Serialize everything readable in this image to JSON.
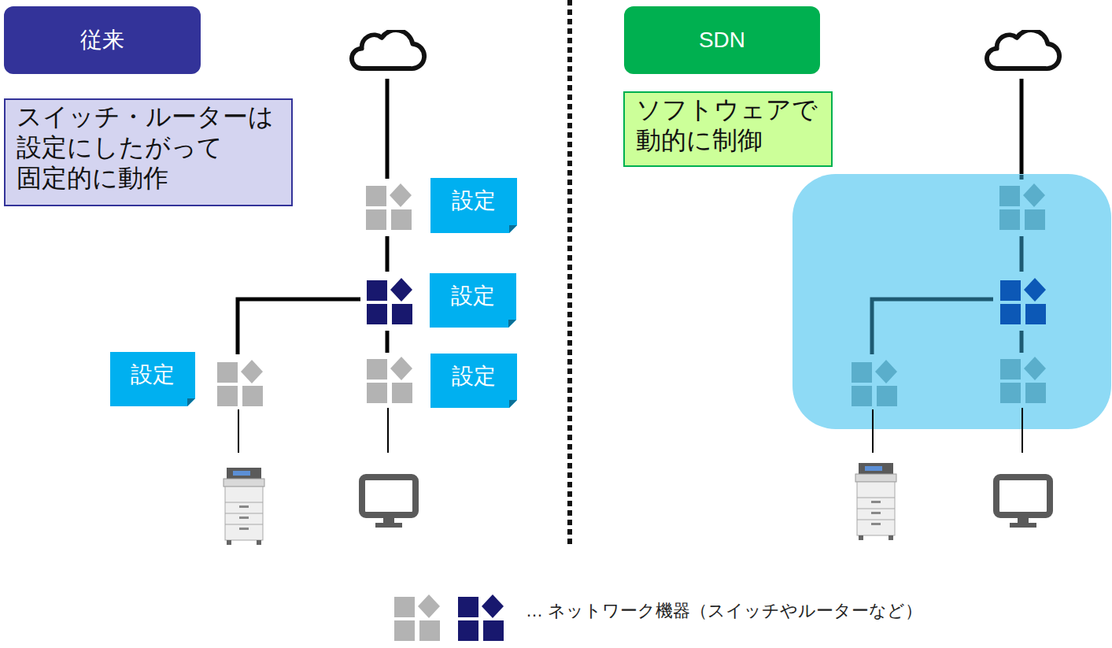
{
  "diagram": {
    "nodes": [
      {
        "text": [
          "従来"
        ]
      },
      {
        "text": [
          "スイッチ・ルーターは 設定にしたがって 固定的に動作"
        ]
      },
      {
        "text": [
          "設定"
        ]
      },
      {
        "text": [
          "設定"
        ]
      },
      {
        "text": [
          "設定"
        ]
      },
      {
        "text": [
          "設定"
        ]
      },
      {
        "text": [
          "SDN"
        ]
      },
      {
        "text": [
          "ソフトウェアで 動的に制御"
        ]
      }
    ],
    "legend": [
      {
        "text": "… ネットワーク機器（スイッチやルーターなど）"
      }
    ]
  }
}
